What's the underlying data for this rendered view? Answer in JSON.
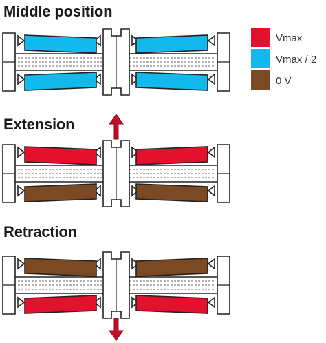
{
  "panels": [
    {
      "title": "Middle position",
      "top": "cyan",
      "bottom": "cyan",
      "arrow": "none"
    },
    {
      "title": "Extension",
      "top": "red",
      "bottom": "brown",
      "arrow": "up"
    },
    {
      "title": "Retraction",
      "top": "brown",
      "bottom": "red",
      "arrow": "down"
    }
  ],
  "legend": [
    {
      "label": "Vmax",
      "color": "#e3102e"
    },
    {
      "label": "Vmax / 2",
      "color": "#12b9ec"
    },
    {
      "label": "0 V",
      "color": "#7b4a25"
    }
  ],
  "colors": {
    "red": "#e3102e",
    "cyan": "#12b9ec",
    "brown": "#7b4a25",
    "arrow": "#c40d26",
    "line": "#222222"
  }
}
